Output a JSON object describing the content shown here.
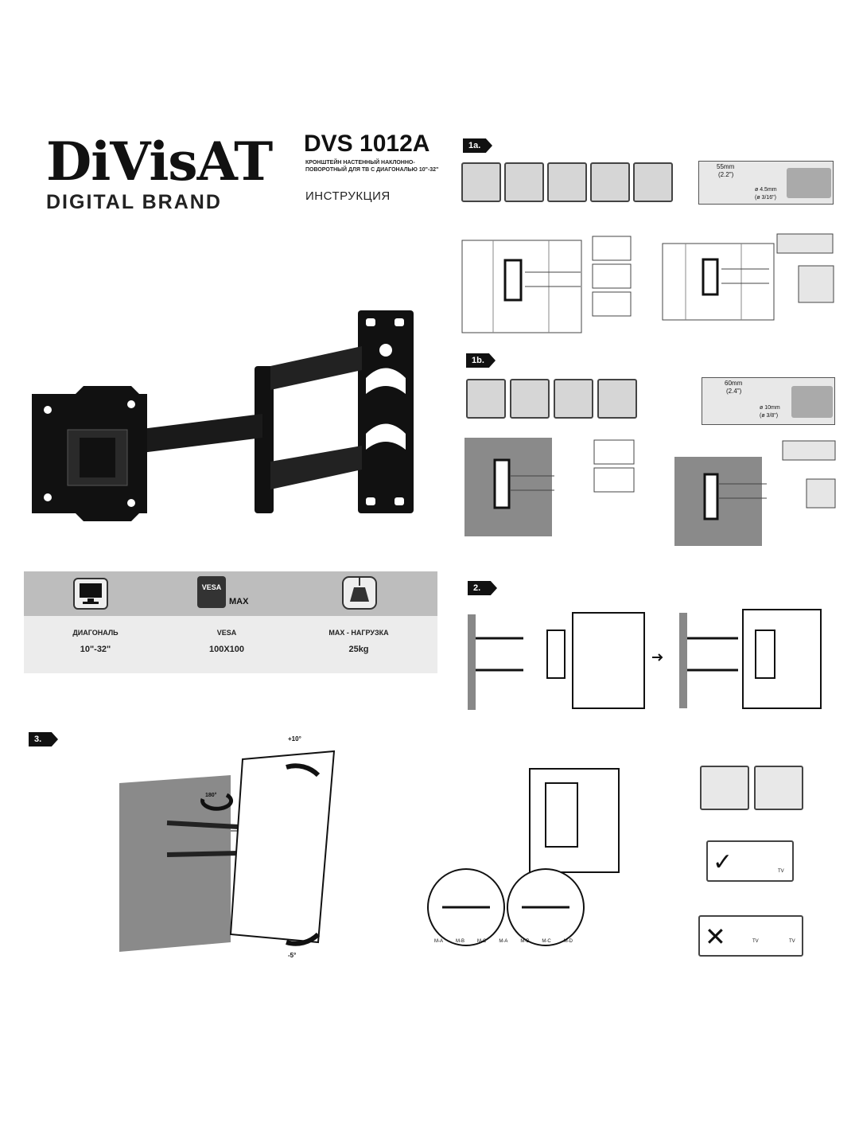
{
  "brand": {
    "logo_text": "DiVisAT",
    "tagline": "DIGITAL BRAND"
  },
  "product": {
    "model": "DVS 1012A",
    "description": "КРОНШТЕЙН НАСТЕННЫЙ НАКЛОННО-ПОВОРОТНЫЙ ДЛЯ ТВ С ДИАГОНАЛЬЮ 10\"-32\"",
    "subtitle": "ИНСТРУКЦИЯ"
  },
  "specs": [
    {
      "label": "ДИАГОНАЛЬ",
      "value": "10\"-32\"",
      "icon": "monitor-icon"
    },
    {
      "label": "VESA",
      "value": "100X100",
      "icon": "vesa-icon",
      "icon_text": "VESA",
      "extra": "MAX"
    },
    {
      "label": "MAX - НАГРУЗКА",
      "value": "25kg",
      "icon": "weight-icon"
    }
  ],
  "steps": {
    "s1a": "1a.",
    "s1b": "1b.",
    "s2": "2.",
    "s3": "3."
  },
  "drill_1a": {
    "depth": "55mm",
    "depth_in": "(2.2\")",
    "diameter": "ø 4.5mm",
    "diameter_in": "(ø 3/16\")"
  },
  "drill_1b": {
    "depth": "60mm",
    "depth_in": "(2.4\")",
    "diameter": "ø 10mm",
    "diameter_in": "(ø 3/8\")"
  },
  "step3": {
    "tilt_up": "+10°",
    "tilt_down": "-5°",
    "rotate": "180°",
    "screw_labels": [
      "M-A",
      "M-B",
      "M-C",
      "M-A",
      "M-B",
      "M-C",
      "M-D"
    ],
    "tv_label": "TV"
  },
  "colors": {
    "dark": "#111111",
    "panel_top": "#bdbdbd",
    "panel_bottom": "#ececec",
    "brick": "#8a8a8a"
  }
}
